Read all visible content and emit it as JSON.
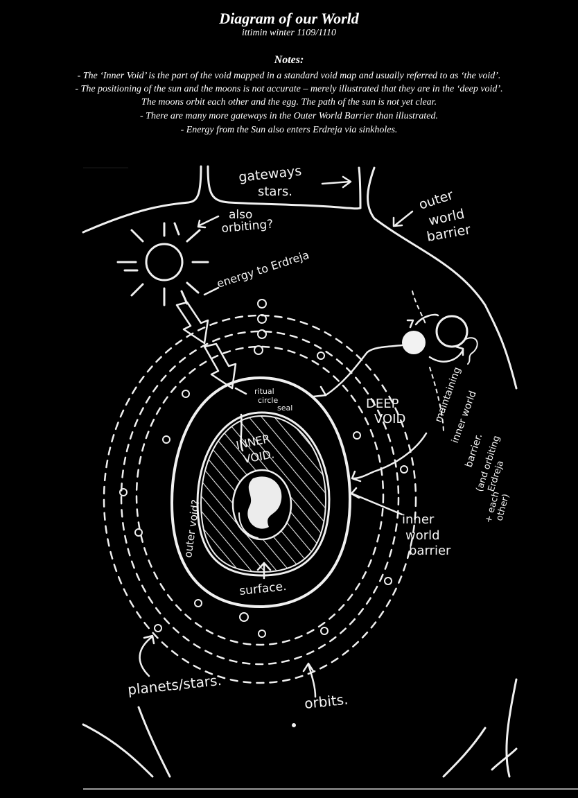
{
  "header": {
    "title": "Diagram of our World",
    "subtitle": "ittimin winter 1109/1110",
    "notes_heading": "Notes:",
    "notes": [
      "- The ‘Inner Void’ is the part of the void mapped in a standard void map and      usually referred to as ‘the void’.",
      "- The positioning of the sun and the moons is not accurate – merely illustrated that they are in the ‘deep void’.",
      "The moons orbit each other and the egg.  The path of the sun is not yet clear.",
      "- There are many more gateways in the Outer World Barrier than illustrated.",
      "- Energy from the Sun also enters Erdreja via sinkholes."
    ]
  },
  "diagram": {
    "labels": {
      "gateways": "gateways",
      "stars": "stars.",
      "outer_world_barrier_1": "outer",
      "outer_world_barrier_2": "world",
      "outer_world_barrier_3": "barrier",
      "also_orbiting_1": "also",
      "also_orbiting_2": "orbiting?",
      "energy_to_erdreja": "energy to Erdreja",
      "ritual_circle_seal_1": "ritual",
      "ritual_circle_seal_2": "circle",
      "ritual_circle_seal_3": "seal",
      "deep_void_1": "DEEP",
      "deep_void_2": "VOID",
      "maintaining_1": "maintaining",
      "maintaining_2": "inner world",
      "maintaining_3": "barrier.",
      "maintaining_4": "(and orbiting",
      "maintaining_5": "Erdreja",
      "maintaining_6": "+ each",
      "maintaining_7": "other)",
      "inner_void_1": "INNER",
      "inner_void_2": "VOID.",
      "outer_void": "outer void?",
      "inner_world_barrier_1": "inner",
      "inner_world_barrier_2": "world",
      "inner_world_barrier_3": "barrier",
      "surface": "surface.",
      "planets_stars": "planets/stars.",
      "orbits": "orbits."
    }
  }
}
